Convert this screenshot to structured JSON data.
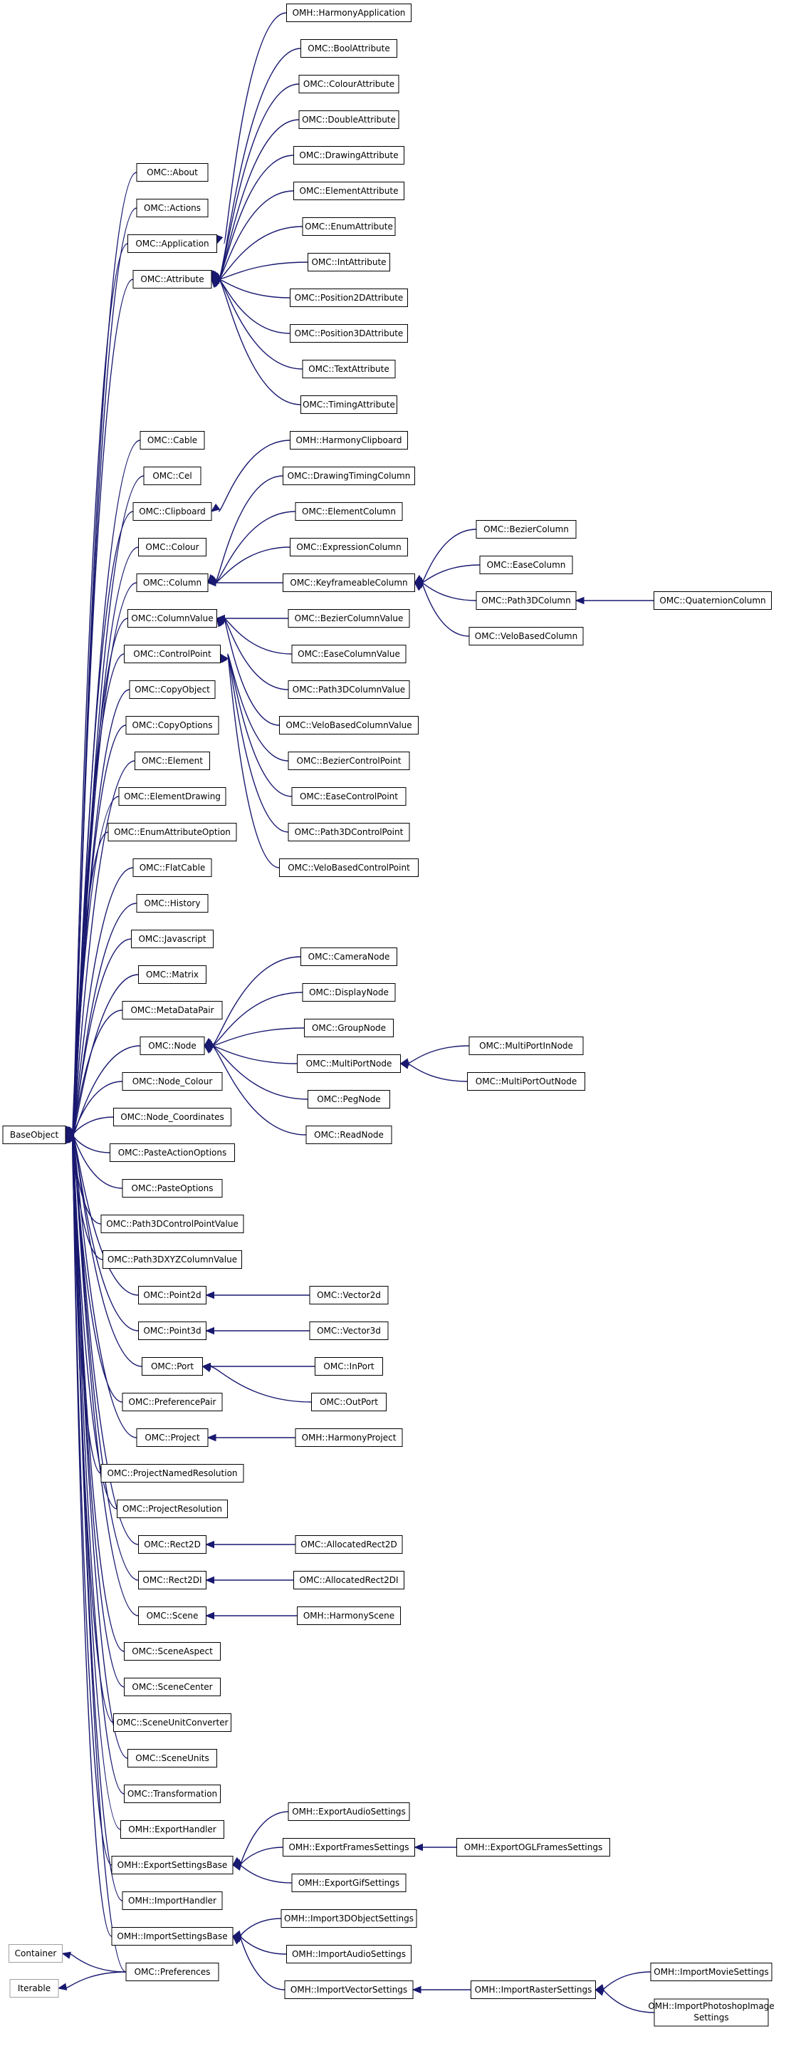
{
  "colors": {
    "edge": "#191970",
    "box_border": "#000000",
    "external_box_border": "#a0a0a0",
    "background": "#ffffff"
  },
  "nodes": [
    {
      "id": "n0",
      "label": "OMH::HarmonyApplication"
    },
    {
      "id": "n1",
      "label": "OMC::BoolAttribute"
    },
    {
      "id": "n2",
      "label": "OMC::ColourAttribute"
    },
    {
      "id": "n3",
      "label": "OMC::DoubleAttribute"
    },
    {
      "id": "n4",
      "label": "OMC::DrawingAttribute"
    },
    {
      "id": "n5",
      "label": "OMC::ElementAttribute"
    },
    {
      "id": "n6",
      "label": "OMC::EnumAttribute"
    },
    {
      "id": "n7",
      "label": "OMC::IntAttribute"
    },
    {
      "id": "n8",
      "label": "OMC::Position2DAttribute"
    },
    {
      "id": "n9",
      "label": "OMC::Position3DAttribute"
    },
    {
      "id": "n10",
      "label": "OMC::TextAttribute"
    },
    {
      "id": "n11",
      "label": "OMC::TimingAttribute"
    },
    {
      "id": "n12",
      "label": "OMC::About"
    },
    {
      "id": "n13",
      "label": "OMC::Actions"
    },
    {
      "id": "n14",
      "label": "OMC::Application"
    },
    {
      "id": "n15",
      "label": "OMC::Attribute"
    },
    {
      "id": "n16",
      "label": "OMC::Cable"
    },
    {
      "id": "n17",
      "label": "OMC::Cel"
    },
    {
      "id": "n18",
      "label": "OMC::Clipboard"
    },
    {
      "id": "n19",
      "label": "OMC::Colour"
    },
    {
      "id": "n20",
      "label": "OMC::Column"
    },
    {
      "id": "n21",
      "label": "OMC::ColumnValue"
    },
    {
      "id": "n22",
      "label": "OMC::ControlPoint"
    },
    {
      "id": "n23",
      "label": "OMC::CopyObject"
    },
    {
      "id": "n24",
      "label": "OMC::CopyOptions"
    },
    {
      "id": "n25",
      "label": "OMC::Element"
    },
    {
      "id": "n26",
      "label": "OMC::ElementDrawing"
    },
    {
      "id": "n27",
      "label": "OMC::EnumAttributeOption"
    },
    {
      "id": "n28",
      "label": "OMC::FlatCable"
    },
    {
      "id": "n29",
      "label": "OMC::History"
    },
    {
      "id": "n30",
      "label": "OMC::Javascript"
    },
    {
      "id": "n31",
      "label": "OMC::Matrix"
    },
    {
      "id": "n32",
      "label": "OMC::MetaDataPair"
    },
    {
      "id": "n33",
      "label": "OMC::Node"
    },
    {
      "id": "n34",
      "label": "OMC::Node_Colour"
    },
    {
      "id": "n35",
      "label": "OMC::Node_Coordinates"
    },
    {
      "id": "n36",
      "label": "OMC::PasteActionOptions"
    },
    {
      "id": "n37",
      "label": "OMC::PasteOptions"
    },
    {
      "id": "n38",
      "label": "OMC::Path3DControlPointValue"
    },
    {
      "id": "n39",
      "label": "OMC::Path3DXYZColumnValue"
    },
    {
      "id": "n40",
      "label": "OMC::Point2d"
    },
    {
      "id": "n41",
      "label": "OMC::Point3d"
    },
    {
      "id": "n42",
      "label": "OMC::Port"
    },
    {
      "id": "n43",
      "label": "OMC::PreferencePair"
    },
    {
      "id": "n44",
      "label": "OMC::Project"
    },
    {
      "id": "n45",
      "label": "OMC::ProjectNamedResolution"
    },
    {
      "id": "n46",
      "label": "OMC::ProjectResolution"
    },
    {
      "id": "n47",
      "label": "OMC::Rect2D"
    },
    {
      "id": "n48",
      "label": "OMC::Rect2DI"
    },
    {
      "id": "n49",
      "label": "OMC::Scene"
    },
    {
      "id": "n50",
      "label": "OMC::SceneAspect"
    },
    {
      "id": "n51",
      "label": "OMC::SceneCenter"
    },
    {
      "id": "n52",
      "label": "OMC::SceneUnitConverter"
    },
    {
      "id": "n53",
      "label": "OMC::SceneUnits"
    },
    {
      "id": "n54",
      "label": "OMC::Transformation"
    },
    {
      "id": "n55",
      "label": "OMH::ExportHandler"
    },
    {
      "id": "n56",
      "label": "OMH::ExportSettingsBase"
    },
    {
      "id": "n57",
      "label": "OMH::ImportHandler"
    },
    {
      "id": "n58",
      "label": "OMH::ImportSettingsBase"
    },
    {
      "id": "n59",
      "label": "OMC::Preferences"
    },
    {
      "id": "n60",
      "label": "BaseObject"
    },
    {
      "id": "n61",
      "label": "Container",
      "external": true
    },
    {
      "id": "n62",
      "label": "Iterable",
      "external": true
    },
    {
      "id": "n63",
      "label": "OMH::HarmonyClipboard"
    },
    {
      "id": "n64",
      "label": "OMC::DrawingTimingColumn"
    },
    {
      "id": "n65",
      "label": "OMC::ElementColumn"
    },
    {
      "id": "n66",
      "label": "OMC::ExpressionColumn"
    },
    {
      "id": "n67",
      "label": "OMC::KeyframeableColumn"
    },
    {
      "id": "n68",
      "label": "OMC::BezierColumnValue"
    },
    {
      "id": "n69",
      "label": "OMC::EaseColumnValue"
    },
    {
      "id": "n70",
      "label": "OMC::Path3DColumnValue"
    },
    {
      "id": "n71",
      "label": "OMC::VeloBasedColumnValue"
    },
    {
      "id": "n72",
      "label": "OMC::BezierControlPoint"
    },
    {
      "id": "n73",
      "label": "OMC::EaseControlPoint"
    },
    {
      "id": "n74",
      "label": "OMC::Path3DControlPoint"
    },
    {
      "id": "n75",
      "label": "OMC::VeloBasedControlPoint"
    },
    {
      "id": "n76",
      "label": "OMC::BezierColumn"
    },
    {
      "id": "n77",
      "label": "OMC::EaseColumn"
    },
    {
      "id": "n78",
      "label": "OMC::Path3DColumn"
    },
    {
      "id": "n79",
      "label": "OMC::VeloBasedColumn"
    },
    {
      "id": "n80",
      "label": "OMC::QuaternionColumn"
    },
    {
      "id": "n81",
      "label": "OMC::CameraNode"
    },
    {
      "id": "n82",
      "label": "OMC::DisplayNode"
    },
    {
      "id": "n83",
      "label": "OMC::GroupNode"
    },
    {
      "id": "n84",
      "label": "OMC::MultiPortNode"
    },
    {
      "id": "n85",
      "label": "OMC::PegNode"
    },
    {
      "id": "n86",
      "label": "OMC::ReadNode"
    },
    {
      "id": "n87",
      "label": "OMC::MultiPortInNode"
    },
    {
      "id": "n88",
      "label": "OMC::MultiPortOutNode"
    },
    {
      "id": "n89",
      "label": "OMC::Vector2d"
    },
    {
      "id": "n90",
      "label": "OMC::Vector3d"
    },
    {
      "id": "n91",
      "label": "OMC::InPort"
    },
    {
      "id": "n92",
      "label": "OMC::OutPort"
    },
    {
      "id": "n93",
      "label": "OMH::HarmonyProject"
    },
    {
      "id": "n94",
      "label": "OMC::AllocatedRect2D"
    },
    {
      "id": "n95",
      "label": "OMC::AllocatedRect2DI"
    },
    {
      "id": "n96",
      "label": "OMH::HarmonyScene"
    },
    {
      "id": "n97",
      "label": "OMH::ExportAudioSettings"
    },
    {
      "id": "n98",
      "label": "OMH::ExportFramesSettings"
    },
    {
      "id": "n99",
      "label": "OMH::ExportGifSettings"
    },
    {
      "id": "n100",
      "label": "OMH::ExportOGLFramesSettings"
    },
    {
      "id": "n101",
      "label": "OMH::Import3DObjectSettings"
    },
    {
      "id": "n102",
      "label": "OMH::ImportAudioSettings"
    },
    {
      "id": "n103",
      "label": "OMH::ImportVectorSettings"
    },
    {
      "id": "n104",
      "label": "OMH::ImportRasterSettings"
    },
    {
      "id": "n105",
      "label": "OMH::ImportMovieSettings"
    },
    {
      "id": "n106",
      "label": "OMH::ImportPhotoshopImage Settings"
    }
  ],
  "edges": [
    [
      "n12",
      "n60"
    ],
    [
      "n13",
      "n60"
    ],
    [
      "n14",
      "n60"
    ],
    [
      "n15",
      "n60"
    ],
    [
      "n16",
      "n60"
    ],
    [
      "n17",
      "n60"
    ],
    [
      "n18",
      "n60"
    ],
    [
      "n19",
      "n60"
    ],
    [
      "n20",
      "n60"
    ],
    [
      "n21",
      "n60"
    ],
    [
      "n22",
      "n60"
    ],
    [
      "n23",
      "n60"
    ],
    [
      "n24",
      "n60"
    ],
    [
      "n25",
      "n60"
    ],
    [
      "n26",
      "n60"
    ],
    [
      "n27",
      "n60"
    ],
    [
      "n28",
      "n60"
    ],
    [
      "n29",
      "n60"
    ],
    [
      "n30",
      "n60"
    ],
    [
      "n31",
      "n60"
    ],
    [
      "n32",
      "n60"
    ],
    [
      "n33",
      "n60"
    ],
    [
      "n34",
      "n60"
    ],
    [
      "n35",
      "n60"
    ],
    [
      "n36",
      "n60"
    ],
    [
      "n37",
      "n60"
    ],
    [
      "n38",
      "n60"
    ],
    [
      "n39",
      "n60"
    ],
    [
      "n40",
      "n60"
    ],
    [
      "n41",
      "n60"
    ],
    [
      "n42",
      "n60"
    ],
    [
      "n43",
      "n60"
    ],
    [
      "n44",
      "n60"
    ],
    [
      "n45",
      "n60"
    ],
    [
      "n46",
      "n60"
    ],
    [
      "n47",
      "n60"
    ],
    [
      "n48",
      "n60"
    ],
    [
      "n49",
      "n60"
    ],
    [
      "n50",
      "n60"
    ],
    [
      "n51",
      "n60"
    ],
    [
      "n52",
      "n60"
    ],
    [
      "n53",
      "n60"
    ],
    [
      "n54",
      "n60"
    ],
    [
      "n55",
      "n60"
    ],
    [
      "n56",
      "n60"
    ],
    [
      "n57",
      "n60"
    ],
    [
      "n58",
      "n60"
    ],
    [
      "n59",
      "n60"
    ],
    [
      "n59",
      "n61"
    ],
    [
      "n59",
      "n62"
    ],
    [
      "n0",
      "n14"
    ],
    [
      "n1",
      "n15"
    ],
    [
      "n2",
      "n15"
    ],
    [
      "n3",
      "n15"
    ],
    [
      "n4",
      "n15"
    ],
    [
      "n5",
      "n15"
    ],
    [
      "n6",
      "n15"
    ],
    [
      "n7",
      "n15"
    ],
    [
      "n8",
      "n15"
    ],
    [
      "n9",
      "n15"
    ],
    [
      "n10",
      "n15"
    ],
    [
      "n11",
      "n15"
    ],
    [
      "n63",
      "n18"
    ],
    [
      "n64",
      "n20"
    ],
    [
      "n65",
      "n20"
    ],
    [
      "n66",
      "n20"
    ],
    [
      "n67",
      "n20"
    ],
    [
      "n76",
      "n67"
    ],
    [
      "n77",
      "n67"
    ],
    [
      "n78",
      "n67"
    ],
    [
      "n79",
      "n67"
    ],
    [
      "n80",
      "n78"
    ],
    [
      "n68",
      "n21"
    ],
    [
      "n69",
      "n21"
    ],
    [
      "n70",
      "n21"
    ],
    [
      "n71",
      "n21"
    ],
    [
      "n72",
      "n22"
    ],
    [
      "n73",
      "n22"
    ],
    [
      "n74",
      "n22"
    ],
    [
      "n75",
      "n22"
    ],
    [
      "n81",
      "n33"
    ],
    [
      "n82",
      "n33"
    ],
    [
      "n83",
      "n33"
    ],
    [
      "n84",
      "n33"
    ],
    [
      "n85",
      "n33"
    ],
    [
      "n86",
      "n33"
    ],
    [
      "n87",
      "n84"
    ],
    [
      "n88",
      "n84"
    ],
    [
      "n89",
      "n40"
    ],
    [
      "n90",
      "n41"
    ],
    [
      "n91",
      "n42"
    ],
    [
      "n92",
      "n42"
    ],
    [
      "n93",
      "n44"
    ],
    [
      "n94",
      "n47"
    ],
    [
      "n95",
      "n48"
    ],
    [
      "n96",
      "n49"
    ],
    [
      "n97",
      "n56"
    ],
    [
      "n98",
      "n56"
    ],
    [
      "n99",
      "n56"
    ],
    [
      "n100",
      "n98"
    ],
    [
      "n101",
      "n58"
    ],
    [
      "n102",
      "n58"
    ],
    [
      "n103",
      "n58"
    ],
    [
      "n104",
      "n103"
    ],
    [
      "n105",
      "n104"
    ],
    [
      "n106",
      "n104"
    ]
  ]
}
